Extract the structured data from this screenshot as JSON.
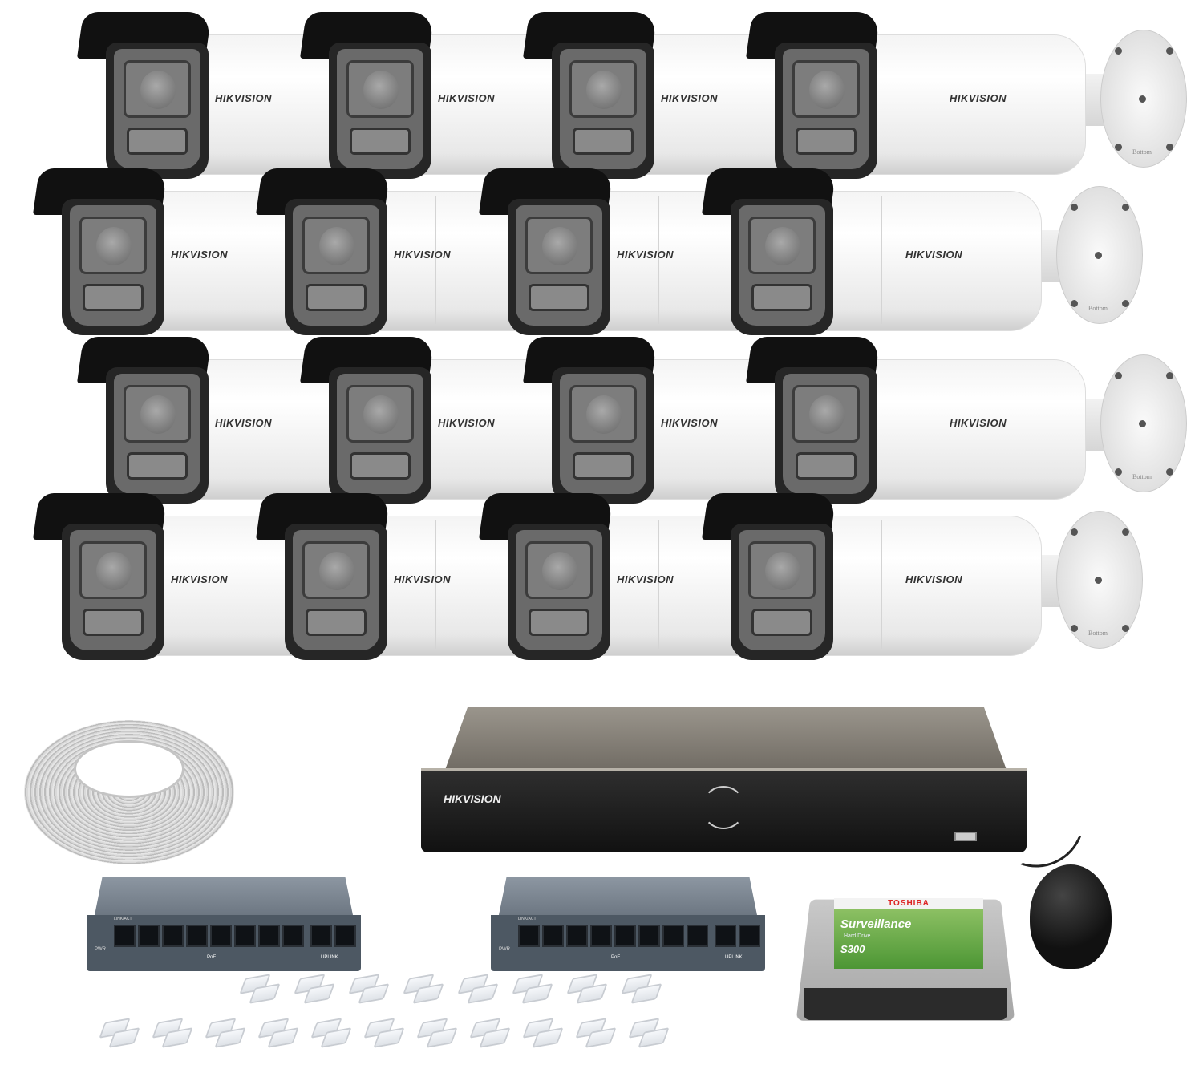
{
  "cameras": {
    "brand": "HIKVISION",
    "count": 16,
    "mount_label": "Bottom"
  },
  "nvr": {
    "brand": "HIKVISION"
  },
  "switches": [
    {
      "link_label": "LINK/ACT",
      "power_label": "PWR",
      "poe_label": "PoE",
      "uplink_label": "UPLINK",
      "ports": [
        "1",
        "2",
        "3",
        "4",
        "5",
        "6",
        "7",
        "8",
        "9",
        "10"
      ]
    },
    {
      "link_label": "LINK/ACT",
      "power_label": "PWR",
      "poe_label": "PoE",
      "uplink_label": "UPLINK",
      "ports": [
        "1",
        "2",
        "3",
        "4",
        "5",
        "6",
        "7",
        "8",
        "9",
        "10"
      ]
    }
  ],
  "hdd": {
    "brand": "TOSHIBA",
    "line": "Surveillance",
    "type": "Hard Drive",
    "model": "S300"
  },
  "connectors": {
    "count": 19
  },
  "colors": {
    "hdd_label": "#5aa23d",
    "toshiba_red": "#dd2222",
    "switch": "#4d5863"
  }
}
